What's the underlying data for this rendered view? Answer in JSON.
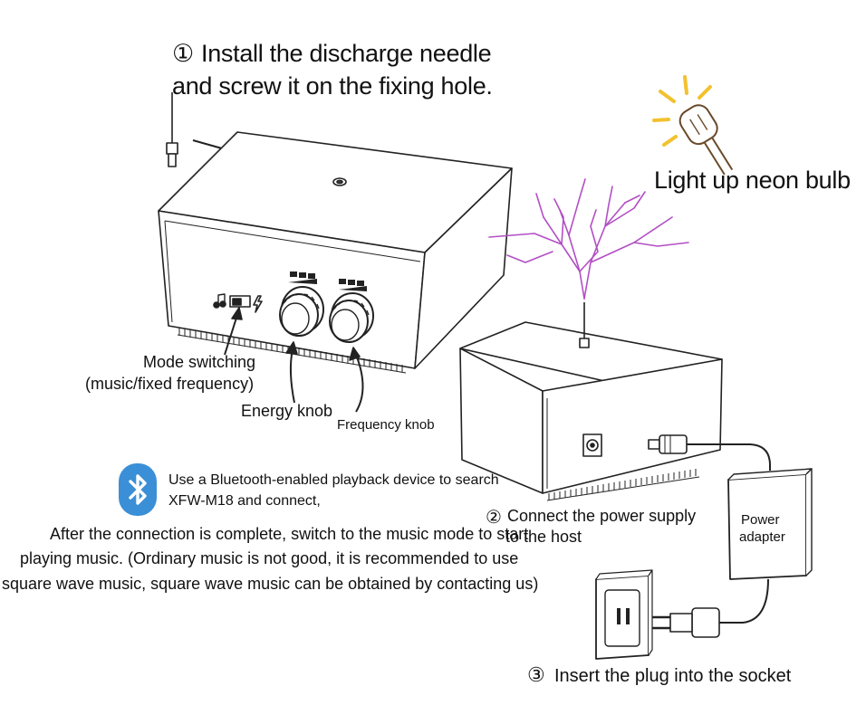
{
  "step1": {
    "marker": "①",
    "line1": "Install the discharge needle",
    "line2": "and screw it on the fixing hole."
  },
  "neon": {
    "label": "Light up neon bulb"
  },
  "labels": {
    "mode_line1": "Mode switching",
    "mode_line2": "(music/fixed frequency)",
    "energy": "Energy knob",
    "frequency": "Frequency knob"
  },
  "bluetooth": {
    "icon": "bluetooth-icon",
    "line1": "Use a Bluetooth-enabled playback device to search",
    "line2": "XFW-M18 and connect,"
  },
  "instructions": {
    "line1": "After the connection is complete, switch to the music mode to start",
    "line2": "playing music. (Ordinary music is not good, it is recommended to use",
    "line3": "square wave music, square wave music can be obtained by contacting us)"
  },
  "step2": {
    "marker": "②",
    "line1": "Connect the power supply",
    "line2": "to the host"
  },
  "adapter": {
    "line1": "Power",
    "line2": "adapter"
  },
  "step3": {
    "marker": "③",
    "text": "Insert the plug into the socket"
  },
  "colors": {
    "bluetooth": "#3a8fd6",
    "arc": "#b24fc4",
    "bulb_rays": "#f2c12e"
  }
}
